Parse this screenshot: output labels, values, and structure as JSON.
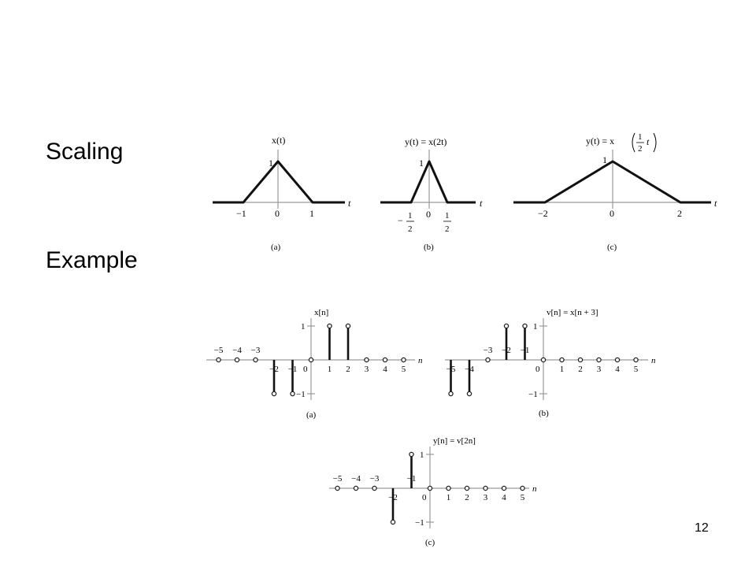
{
  "headings": {
    "scaling": "Scaling",
    "example": "Example"
  },
  "page_number": "12",
  "continuous": {
    "a": {
      "title": "x(t)",
      "caption": "(a)",
      "peak": "1",
      "var": "t",
      "ticks": [
        "−1",
        "0",
        "1"
      ]
    },
    "b": {
      "title": "y(t) = x(2t)",
      "caption": "(b)",
      "peak": "1",
      "var": "t",
      "zero": "0",
      "neg_sign": "−",
      "frac_num": "1",
      "frac_den": "2"
    },
    "c": {
      "title_prefix": "y(t) = x",
      "frac_num": "1",
      "frac_den": "2",
      "title_suffix": "t",
      "caption": "(c)",
      "peak": "1",
      "var": "t",
      "ticks": [
        "−2",
        "0",
        "2"
      ]
    }
  },
  "discrete": {
    "a": {
      "title": "x[n]",
      "caption": "(a)",
      "var": "n",
      "one": "1",
      "minus_one": "−1",
      "zero": "0",
      "neg_ticks": [
        "−5",
        "−4",
        "−3",
        "−2",
        "−1"
      ],
      "pos_ticks": [
        "1",
        "2",
        "3",
        "4",
        "5"
      ]
    },
    "b": {
      "title": "v[n] = x[n + 3]",
      "caption": "(b)",
      "var": "n",
      "one": "1",
      "minus_one": "−1",
      "zero": "0",
      "neg_ticks": [
        "−5",
        "−4",
        "−3",
        "−2",
        "−1"
      ],
      "pos_ticks": [
        "1",
        "2",
        "3",
        "4",
        "5"
      ]
    },
    "c": {
      "title": "y[n] = v[2n]",
      "caption": "(c)",
      "var": "n",
      "one": "1",
      "minus_one": "−1",
      "zero": "0",
      "neg_ticks": [
        "−5",
        "−4",
        "−3",
        "−2",
        "−1"
      ],
      "pos_ticks": [
        "1",
        "2",
        "3",
        "4",
        "5"
      ]
    }
  },
  "sequences": {
    "x": {
      "n": [
        -5,
        -4,
        -3,
        -2,
        -1,
        0,
        1,
        2,
        3,
        4,
        5
      ],
      "values": [
        0,
        0,
        0,
        -1,
        -1,
        0,
        1,
        1,
        0,
        0,
        0
      ]
    },
    "v": {
      "n": [
        -5,
        -4,
        -3,
        -2,
        -1,
        0,
        1,
        2,
        3,
        4,
        5
      ],
      "values": [
        -1,
        -1,
        0,
        1,
        1,
        0,
        0,
        0,
        0,
        0,
        0
      ]
    },
    "y": {
      "n": [
        -5,
        -4,
        -3,
        -2,
        -1,
        0,
        1,
        2,
        3,
        4,
        5
      ],
      "values": [
        0,
        0,
        0,
        -1,
        1,
        0,
        0,
        0,
        0,
        0,
        0
      ]
    }
  },
  "signals": {
    "x_t": {
      "t": [
        -1,
        0,
        1
      ],
      "values": [
        0,
        1,
        0
      ]
    },
    "x_2t": {
      "t": [
        -0.5,
        0,
        0.5
      ],
      "values": [
        0,
        1,
        0
      ]
    },
    "x_half_t": {
      "t": [
        -2,
        0,
        2
      ],
      "values": [
        0,
        1,
        0
      ]
    }
  }
}
